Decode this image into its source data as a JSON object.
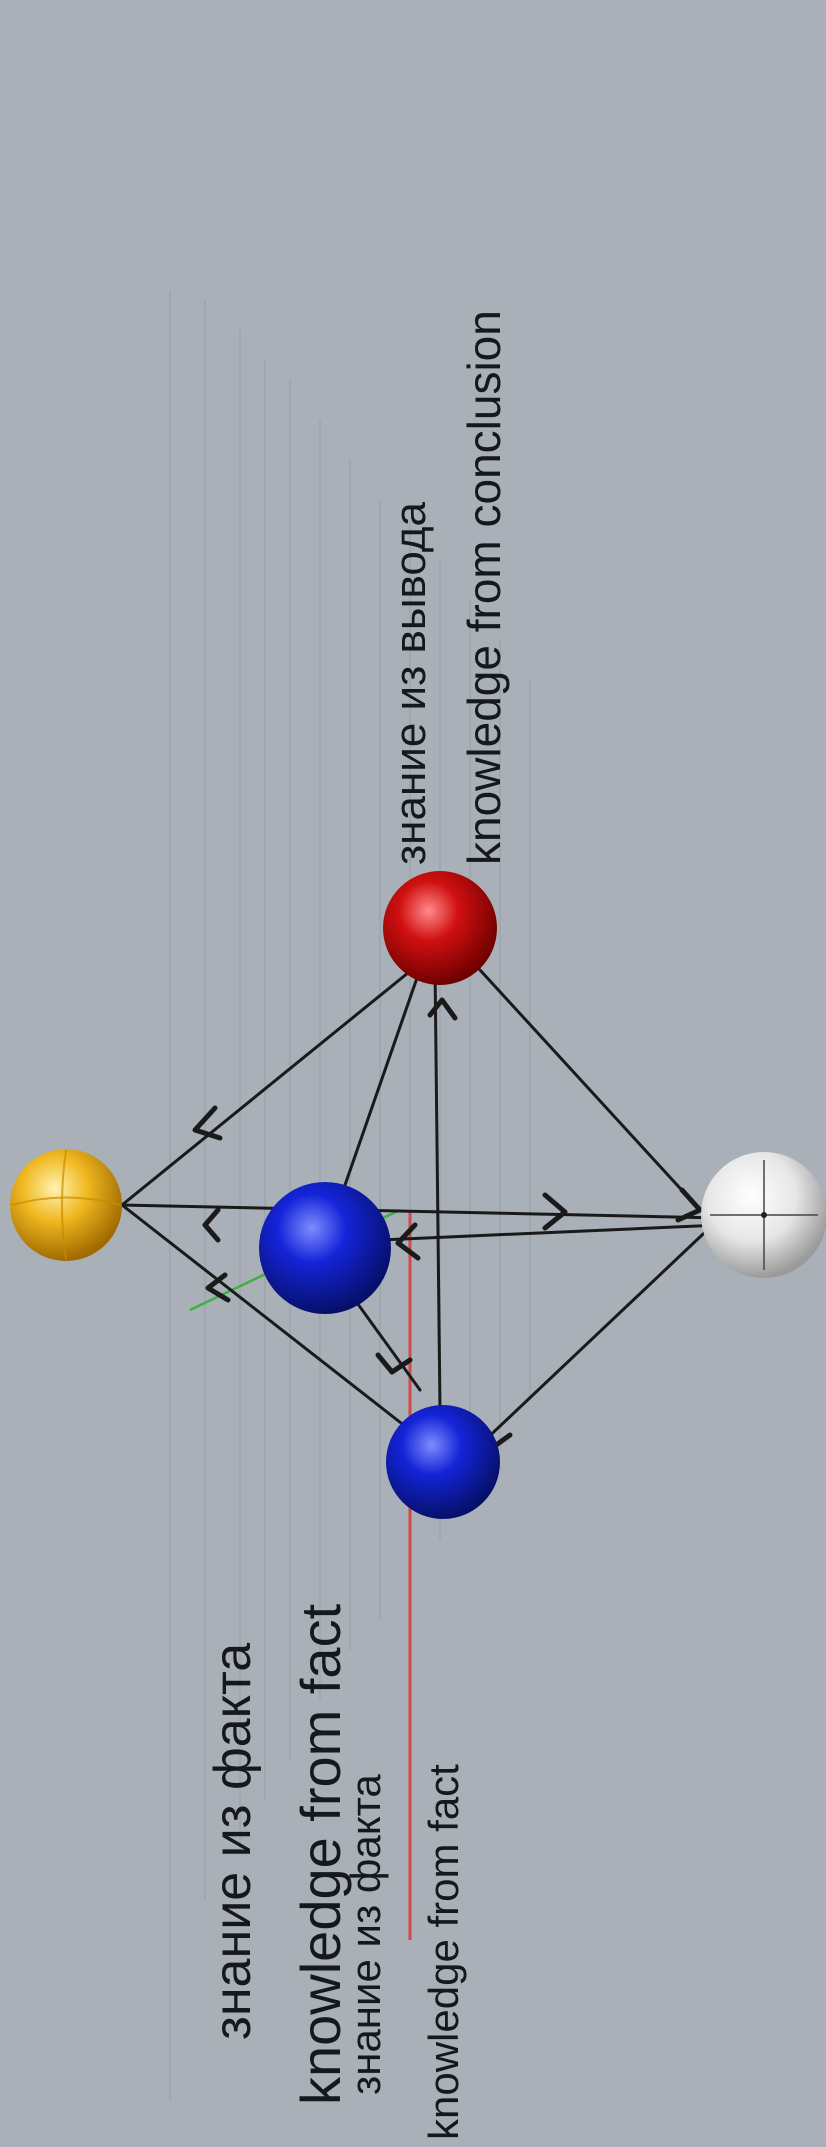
{
  "labels": {
    "conclusion_ru": "знание из вывода",
    "conclusion_en": "knowledge from conclusion",
    "fact_ru": "знание из факта",
    "fact_en": "knowledge from fact",
    "fact2_ru": "знание из факта",
    "fact2_en": "knowledge from fact"
  },
  "nodes": [
    {
      "id": "gold-sphere",
      "color": "#e8b020"
    },
    {
      "id": "red-sphere",
      "color": "#c01010"
    },
    {
      "id": "blue-sphere-large",
      "color": "#1020c8"
    },
    {
      "id": "blue-sphere-small",
      "color": "#1020c8"
    },
    {
      "id": "white-sphere",
      "color": "#e8e8e8"
    }
  ],
  "colors": {
    "background": "#a9b0b8",
    "edges": "#1a1a1a",
    "accent_red_line": "#d04040",
    "accent_green_line": "#40b040"
  }
}
